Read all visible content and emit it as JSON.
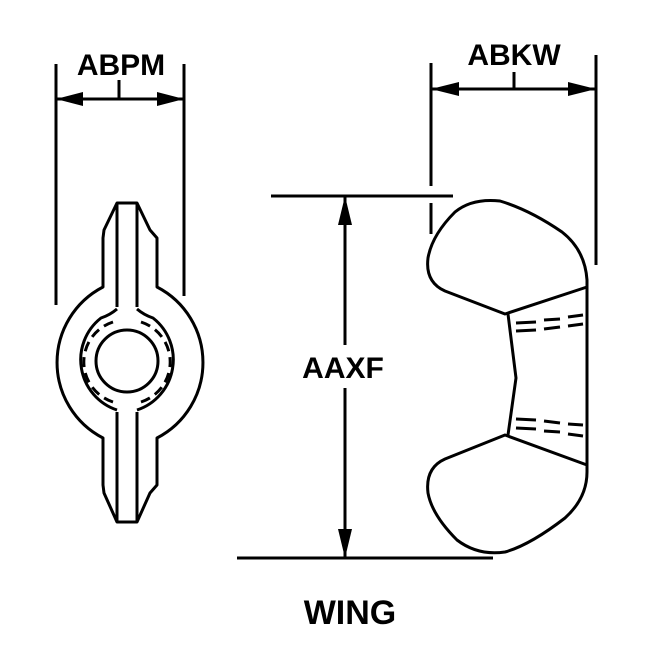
{
  "diagram": {
    "title": "WING",
    "subject": "wing nut",
    "colors": {
      "line": "#000000",
      "background": "#ffffff"
    },
    "views": {
      "side_view": {
        "dimension_label": "ABPM",
        "dimension_type": "width across hub"
      },
      "front_view": {
        "width_dimension_label": "ABKW",
        "height_dimension_label": "AAXF"
      }
    }
  }
}
